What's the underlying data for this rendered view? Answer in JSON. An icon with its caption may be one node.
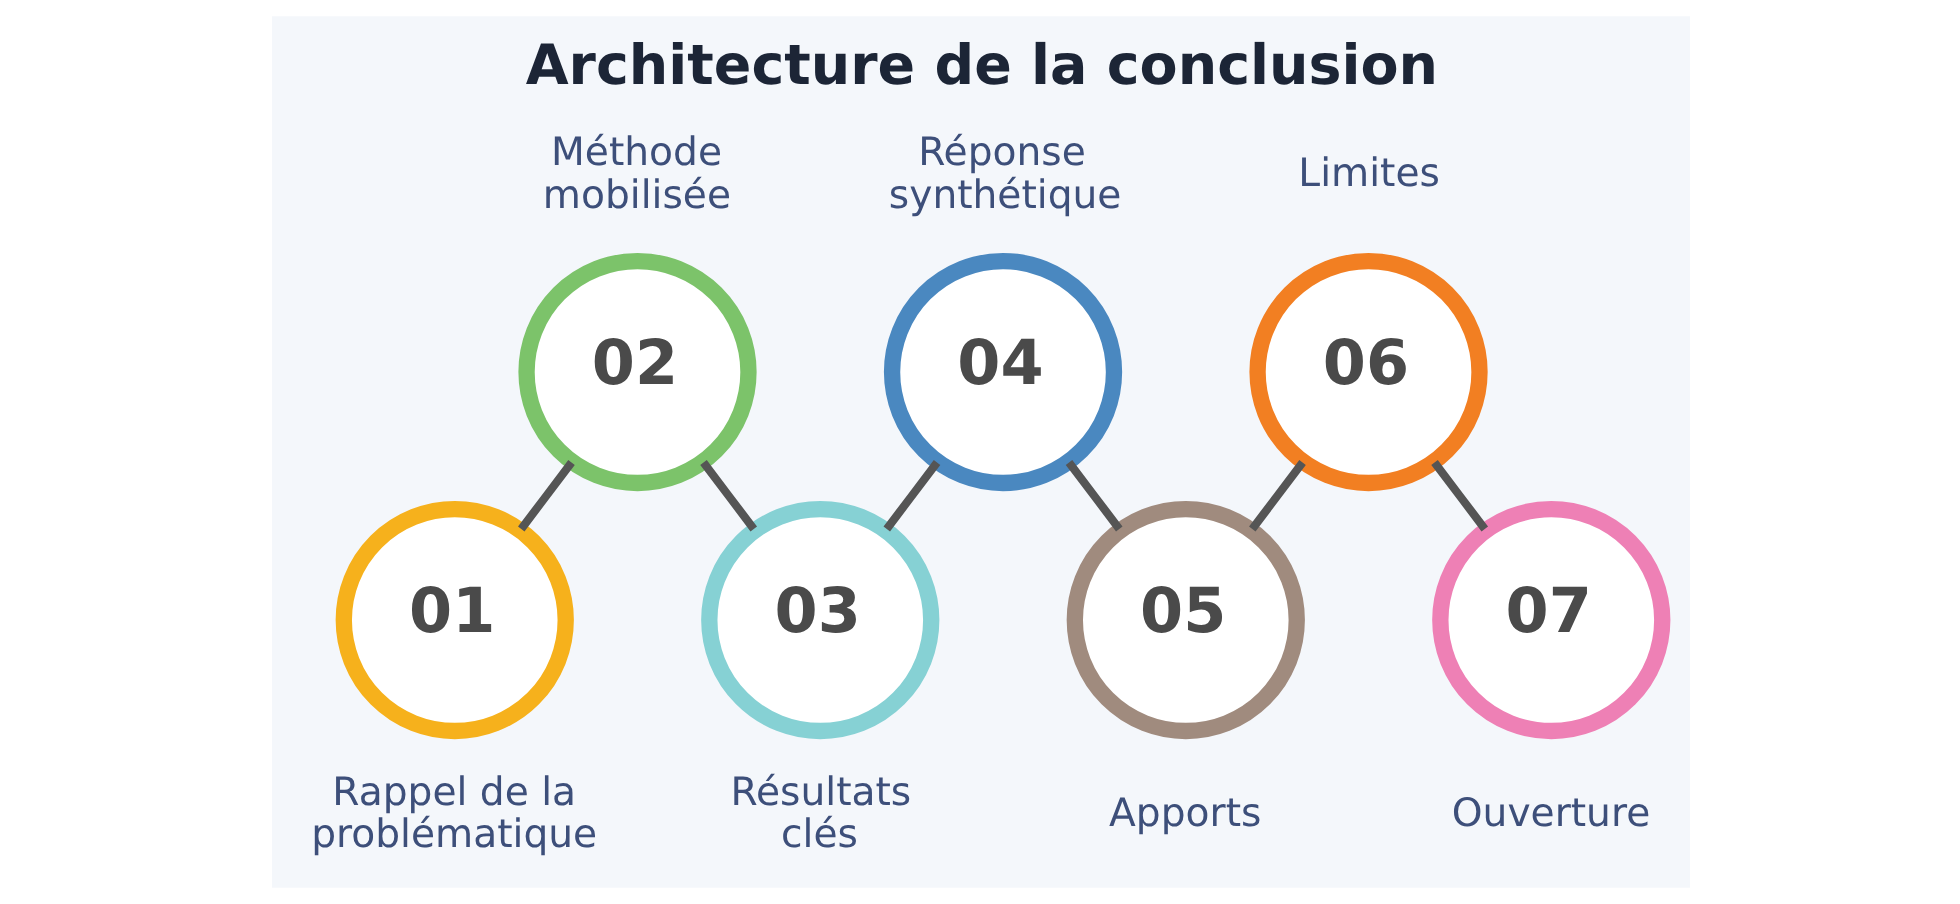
{
  "diagram": {
    "title": "Architecture de la conclusion",
    "nodes": [
      {
        "text": [
          "01"
        ],
        "beside": [
          "Rappel de la problématique"
        ]
      },
      {
        "text": [
          "02"
        ],
        "beside": [
          "Méthode mobilisée"
        ]
      },
      {
        "text": [
          "03"
        ],
        "beside": [
          "Résultats clés"
        ]
      },
      {
        "text": [
          "04"
        ],
        "beside": [
          "Réponse synthétique"
        ]
      },
      {
        "text": [
          "05"
        ],
        "beside": [
          "Apports"
        ]
      },
      {
        "text": [
          "06"
        ],
        "beside": [
          "Limites"
        ]
      },
      {
        "text": [
          "07"
        ],
        "beside": [
          "Ouverture"
        ]
      }
    ],
    "edges": [
      {
        "from": 0,
        "to": 1,
        "arrow": "none"
      },
      {
        "from": 1,
        "to": 2,
        "arrow": "none"
      },
      {
        "from": 2,
        "to": 3,
        "arrow": "none"
      },
      {
        "from": 3,
        "to": 4,
        "arrow": "none"
      },
      {
        "from": 4,
        "to": 5,
        "arrow": "none"
      },
      {
        "from": 5,
        "to": 6,
        "arrow": "none"
      }
    ]
  }
}
